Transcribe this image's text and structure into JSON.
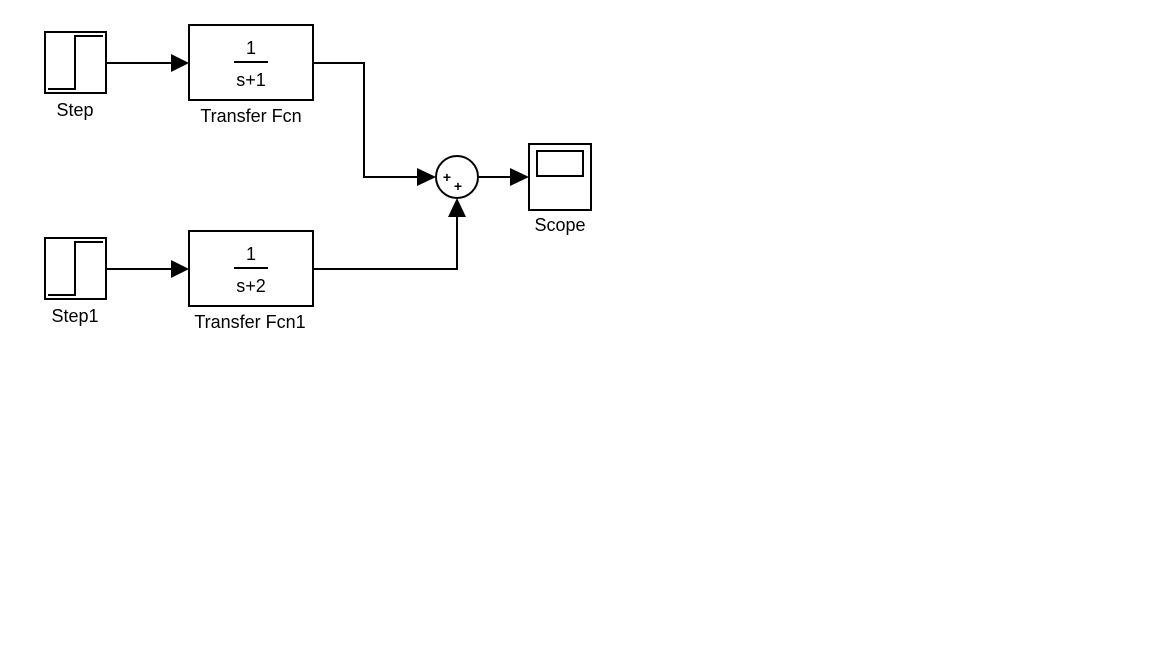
{
  "blocks": {
    "step": {
      "label": "Step"
    },
    "step1": {
      "label": "Step1"
    },
    "tf": {
      "label": "Transfer Fcn",
      "numerator": "1",
      "denominator": "s+1"
    },
    "tf1": {
      "label": "Transfer Fcn1",
      "numerator": "1",
      "denominator": "s+2"
    },
    "sum": {
      "signs": [
        "+",
        "+"
      ]
    },
    "scope": {
      "label": "Scope"
    }
  },
  "colors": {
    "line": "#000000",
    "background": "#ffffff"
  }
}
